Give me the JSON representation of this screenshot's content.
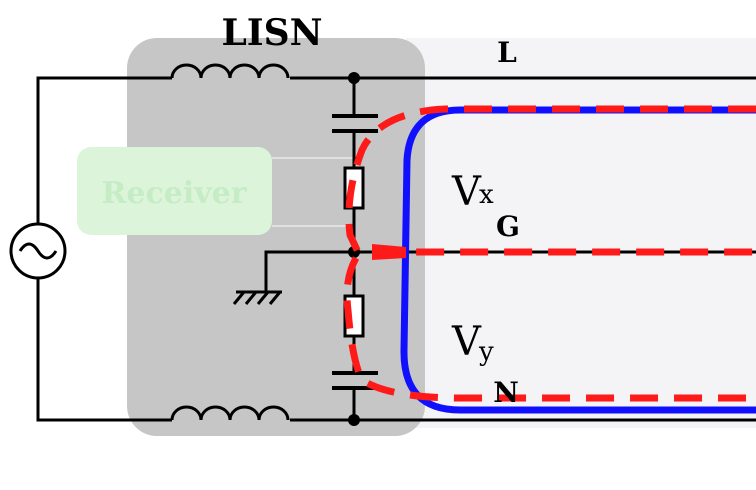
{
  "title": "LISN",
  "lines": {
    "line": "L",
    "ground": "G",
    "neutral": "N"
  },
  "receiver": {
    "label": "Receiver"
  },
  "voltages": {
    "vx_main": "V",
    "vx_sub": "x",
    "vy_main": "V",
    "vy_sub": "y"
  },
  "colors": {
    "lisn_box": "#c6c6c6",
    "receiver_fill": "#dcf5da",
    "receiver_text": "#c6ecc5",
    "wire": "#000000",
    "blue_loop": "#1010ff",
    "red_dash": "#ff1a1a",
    "background_panel": "#f4f4f6"
  },
  "icons": {
    "ac_source": "ac-source-icon",
    "ground": "ground-icon",
    "inductor": "inductor-icon",
    "capacitor": "capacitor-icon",
    "resistor": "resistor-icon"
  }
}
